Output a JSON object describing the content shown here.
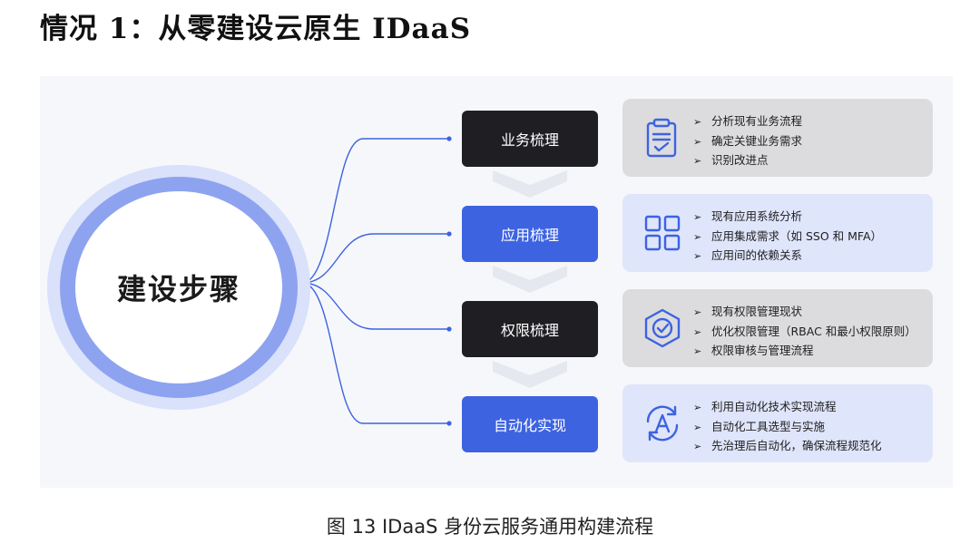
{
  "heading": "情况 1：从零建设云原生 IDaaS",
  "center": {
    "label": "建设步骤"
  },
  "steps": [
    {
      "label": "业务梳理",
      "tone": "dark",
      "icon": "clipboard-checklist-icon",
      "bullets": [
        "分析现有业务流程",
        "确定关键业务需求",
        "识别改进点"
      ]
    },
    {
      "label": "应用梳理",
      "tone": "blue",
      "icon": "app-grid-icon",
      "bullets": [
        "现有应用系统分析",
        "应用集成需求（如 SSO 和 MFA）",
        "应用间的依赖关系"
      ]
    },
    {
      "label": "权限梳理",
      "tone": "dark",
      "icon": "shield-check-icon",
      "bullets": [
        "现有权限管理现状",
        "优化权限管理（RBAC 和最小权限原则）",
        "权限审核与管理流程"
      ]
    },
    {
      "label": "自动化实现",
      "tone": "blue",
      "icon": "automation-cycle-icon",
      "bullets": [
        "利用自动化技术实现流程",
        "自动化工具选型与实施",
        "先治理后自动化，确保流程规范化"
      ]
    }
  ],
  "bullet_marker": "➢",
  "caption": "图 13 IDaaS 身份云服务通用构建流程",
  "colors": {
    "accent": "#3d63e0",
    "dark": "#1f1f23",
    "ring": "#8ea3ef",
    "card_gray": "#dcdcdf",
    "card_lavender": "#dfe5fb"
  }
}
